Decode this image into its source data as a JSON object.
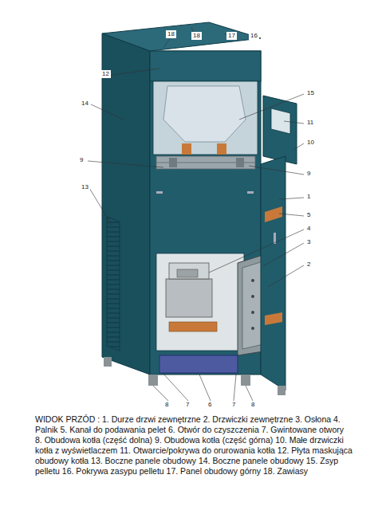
{
  "diagram": {
    "caption": "WIDOK PRZÓD : 1. Durze drzwi zewnętrzne 2. Drzwiczki zewnętrzne 3. Osłona 4. Palnik 5. Kanał do podawania pelet 6. Otwór do czyszczenia 7. Gwintowane otwory 8. Obudowa kotła (część dolna) 9. Obudowa kotła (część górna) 10. Małe drzwiczki kotła z wyświetlaczem 11. Otwarcie/pokrywa do orurowania kotła 12. Płyta maskująca obudowy kotła 13. Boczne panele obudowy 14. Boczne panele obudowy 15. Zsyp pelletu 16. Pokrywa zasypu pelletu 17. Panel obudowy górny 18. Zawiasy",
    "labels": [
      "18",
      "18",
      "17",
      "16",
      "12",
      "15",
      "14",
      "11",
      "10",
      "9",
      "9",
      "13",
      "1",
      "5",
      "4",
      "3",
      "2",
      "8",
      "7",
      "6",
      "7",
      "8"
    ]
  }
}
